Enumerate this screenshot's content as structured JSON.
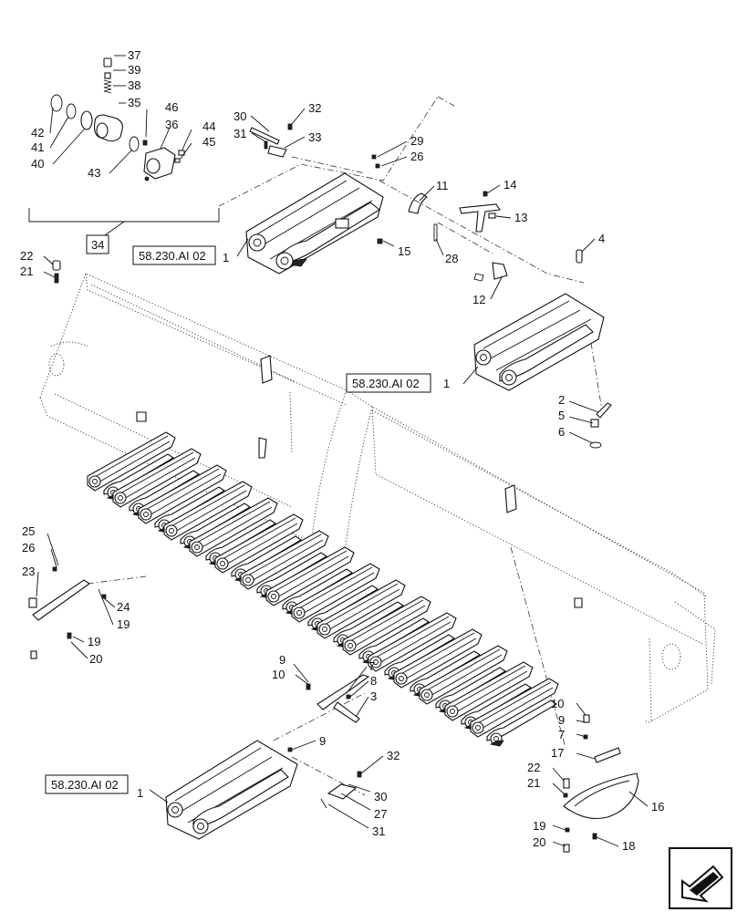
{
  "callouts": {
    "c37": "37",
    "c39": "39",
    "c38": "38",
    "c35": "35",
    "c42": "42",
    "c41": "41",
    "c40": "40",
    "c46": "46",
    "c36": "36",
    "c44": "44",
    "c45": "45",
    "c43": "43",
    "c34": "34",
    "c30a": "30",
    "c32a": "32",
    "c31a": "31",
    "c33": "33",
    "c29": "29",
    "c26a": "26",
    "c11": "11",
    "c14": "14",
    "c13": "13",
    "c15": "15",
    "c28": "28",
    "c1a": "1",
    "c22a": "22",
    "c21a": "21",
    "c4": "4",
    "c12": "12",
    "c1b": "1",
    "c2": "2",
    "c5": "5",
    "c6": "6",
    "c25": "25",
    "c26b": "26",
    "c23": "23",
    "c24": "24",
    "c19a": "19",
    "c19b": "19",
    "c20a": "20",
    "c9a": "9",
    "c10a": "10",
    "c7a": "7",
    "c8": "8",
    "c3": "3",
    "c9b": "9",
    "c32b": "32",
    "c30b": "30",
    "c27": "27",
    "c31b": "31",
    "c1c": "1",
    "c10b": "10",
    "c9c": "9",
    "c7b": "7",
    "c17": "17",
    "c22b": "22",
    "c21b": "21",
    "c16": "16",
    "c19c": "19",
    "c20b": "20",
    "c18": "18"
  },
  "refs": {
    "ref_top": "58.230.AI 02",
    "ref_mid": "58.230.AI 02",
    "ref_bottom": "58.230.AI 02"
  },
  "icons": {
    "nav": "arrow-box-icon"
  }
}
